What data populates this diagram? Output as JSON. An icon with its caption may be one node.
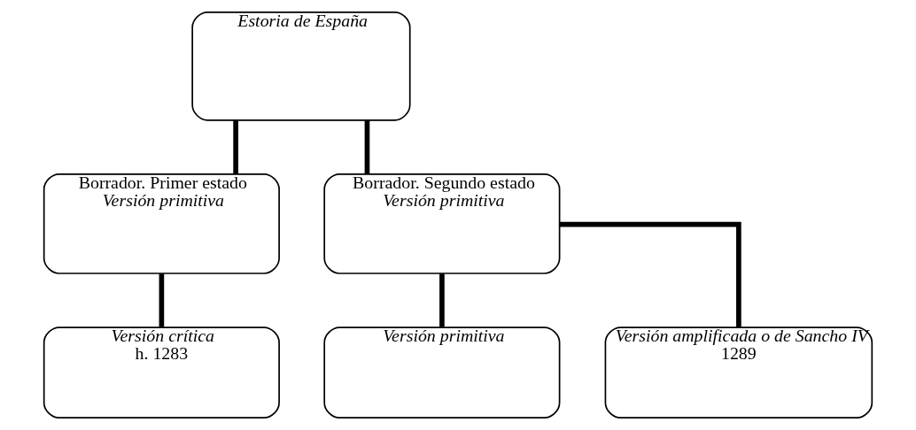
{
  "diagram": {
    "nodes": [
      {
        "text": [
          "Estoria de España"
        ]
      },
      {
        "text": [
          "Borrador. Primer estado",
          "Versión primitiva"
        ]
      },
      {
        "text": [
          "Borrador. Segundo estado",
          "Versión primitiva"
        ]
      },
      {
        "text": [
          "Versión crítica",
          "h. 1283"
        ]
      },
      {
        "text": [
          "Versión primitiva"
        ]
      },
      {
        "text": [
          "Versión amplificada o de Sancho IV",
          "1289"
        ]
      }
    ],
    "edges": [
      {
        "from": 0,
        "to": 1,
        "arrow": "none"
      },
      {
        "from": 0,
        "to": 2,
        "arrow": "none"
      },
      {
        "from": 1,
        "to": 3,
        "arrow": "none"
      },
      {
        "from": 2,
        "to": 4,
        "arrow": "none"
      },
      {
        "from": 2,
        "to": 5,
        "arrow": "none"
      }
    ]
  }
}
